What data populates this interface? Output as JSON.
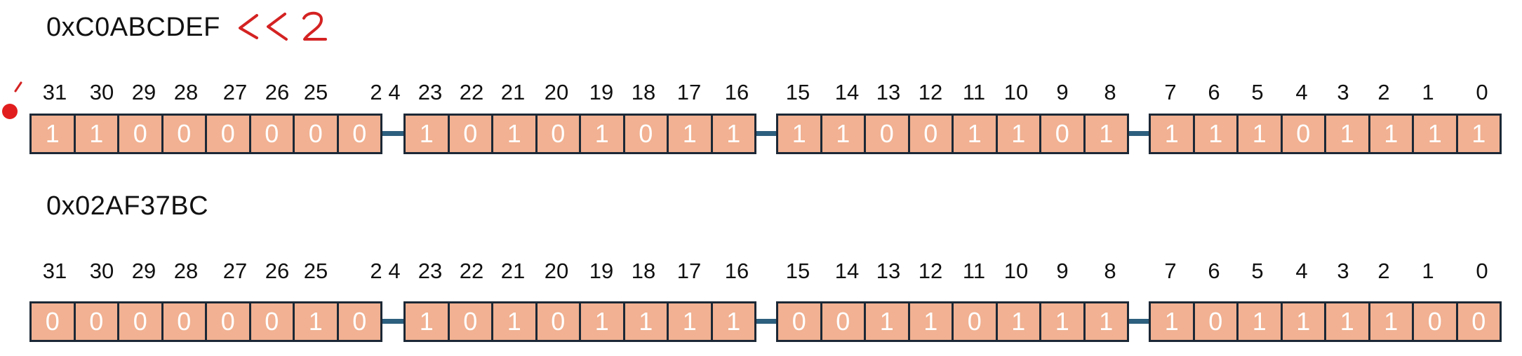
{
  "registers": [
    {
      "hex": "0xC0ABCDEF",
      "annotation": "<<2",
      "bit_numbers": [
        "31",
        "30",
        "29",
        "28",
        "27",
        "26",
        "25",
        "2",
        "4",
        "23",
        "22",
        "21",
        "20",
        "19",
        "18",
        "17",
        "16",
        "15",
        "14",
        "13",
        "12",
        "11",
        "10",
        "9",
        "8",
        "7",
        "6",
        "5",
        "4",
        "3",
        "2",
        "1",
        "0"
      ],
      "bytes": [
        [
          "1",
          "1",
          "0",
          "0",
          "0",
          "0",
          "0",
          "0"
        ],
        [
          "1",
          "0",
          "1",
          "0",
          "1",
          "0",
          "1",
          "1"
        ],
        [
          "1",
          "1",
          "0",
          "0",
          "1",
          "1",
          "0",
          "1"
        ],
        [
          "1",
          "1",
          "1",
          "0",
          "1",
          "1",
          "1",
          "1"
        ]
      ]
    },
    {
      "hex": "0x02AF37BC",
      "annotation": "",
      "bit_numbers": [
        "31",
        "30",
        "29",
        "28",
        "27",
        "26",
        "25",
        "2",
        "4",
        "23",
        "22",
        "21",
        "20",
        "19",
        "18",
        "17",
        "16",
        "15",
        "14",
        "13",
        "12",
        "11",
        "10",
        "9",
        "8",
        "7",
        "6",
        "5",
        "4",
        "3",
        "2",
        "1",
        "0"
      ],
      "bytes": [
        [
          "0",
          "0",
          "0",
          "0",
          "0",
          "0",
          "1",
          "0"
        ],
        [
          "1",
          "0",
          "1",
          "0",
          "1",
          "1",
          "1",
          "1"
        ],
        [
          "0",
          "0",
          "1",
          "1",
          "0",
          "1",
          "1",
          "1"
        ],
        [
          "1",
          "0",
          "1",
          "1",
          "1",
          "1",
          "0",
          "0"
        ]
      ]
    }
  ],
  "colors": {
    "cell_fill": "#f1b192",
    "cell_border": "#1c2836",
    "connector": "#2d5f7e",
    "annotation": "#d42222"
  }
}
